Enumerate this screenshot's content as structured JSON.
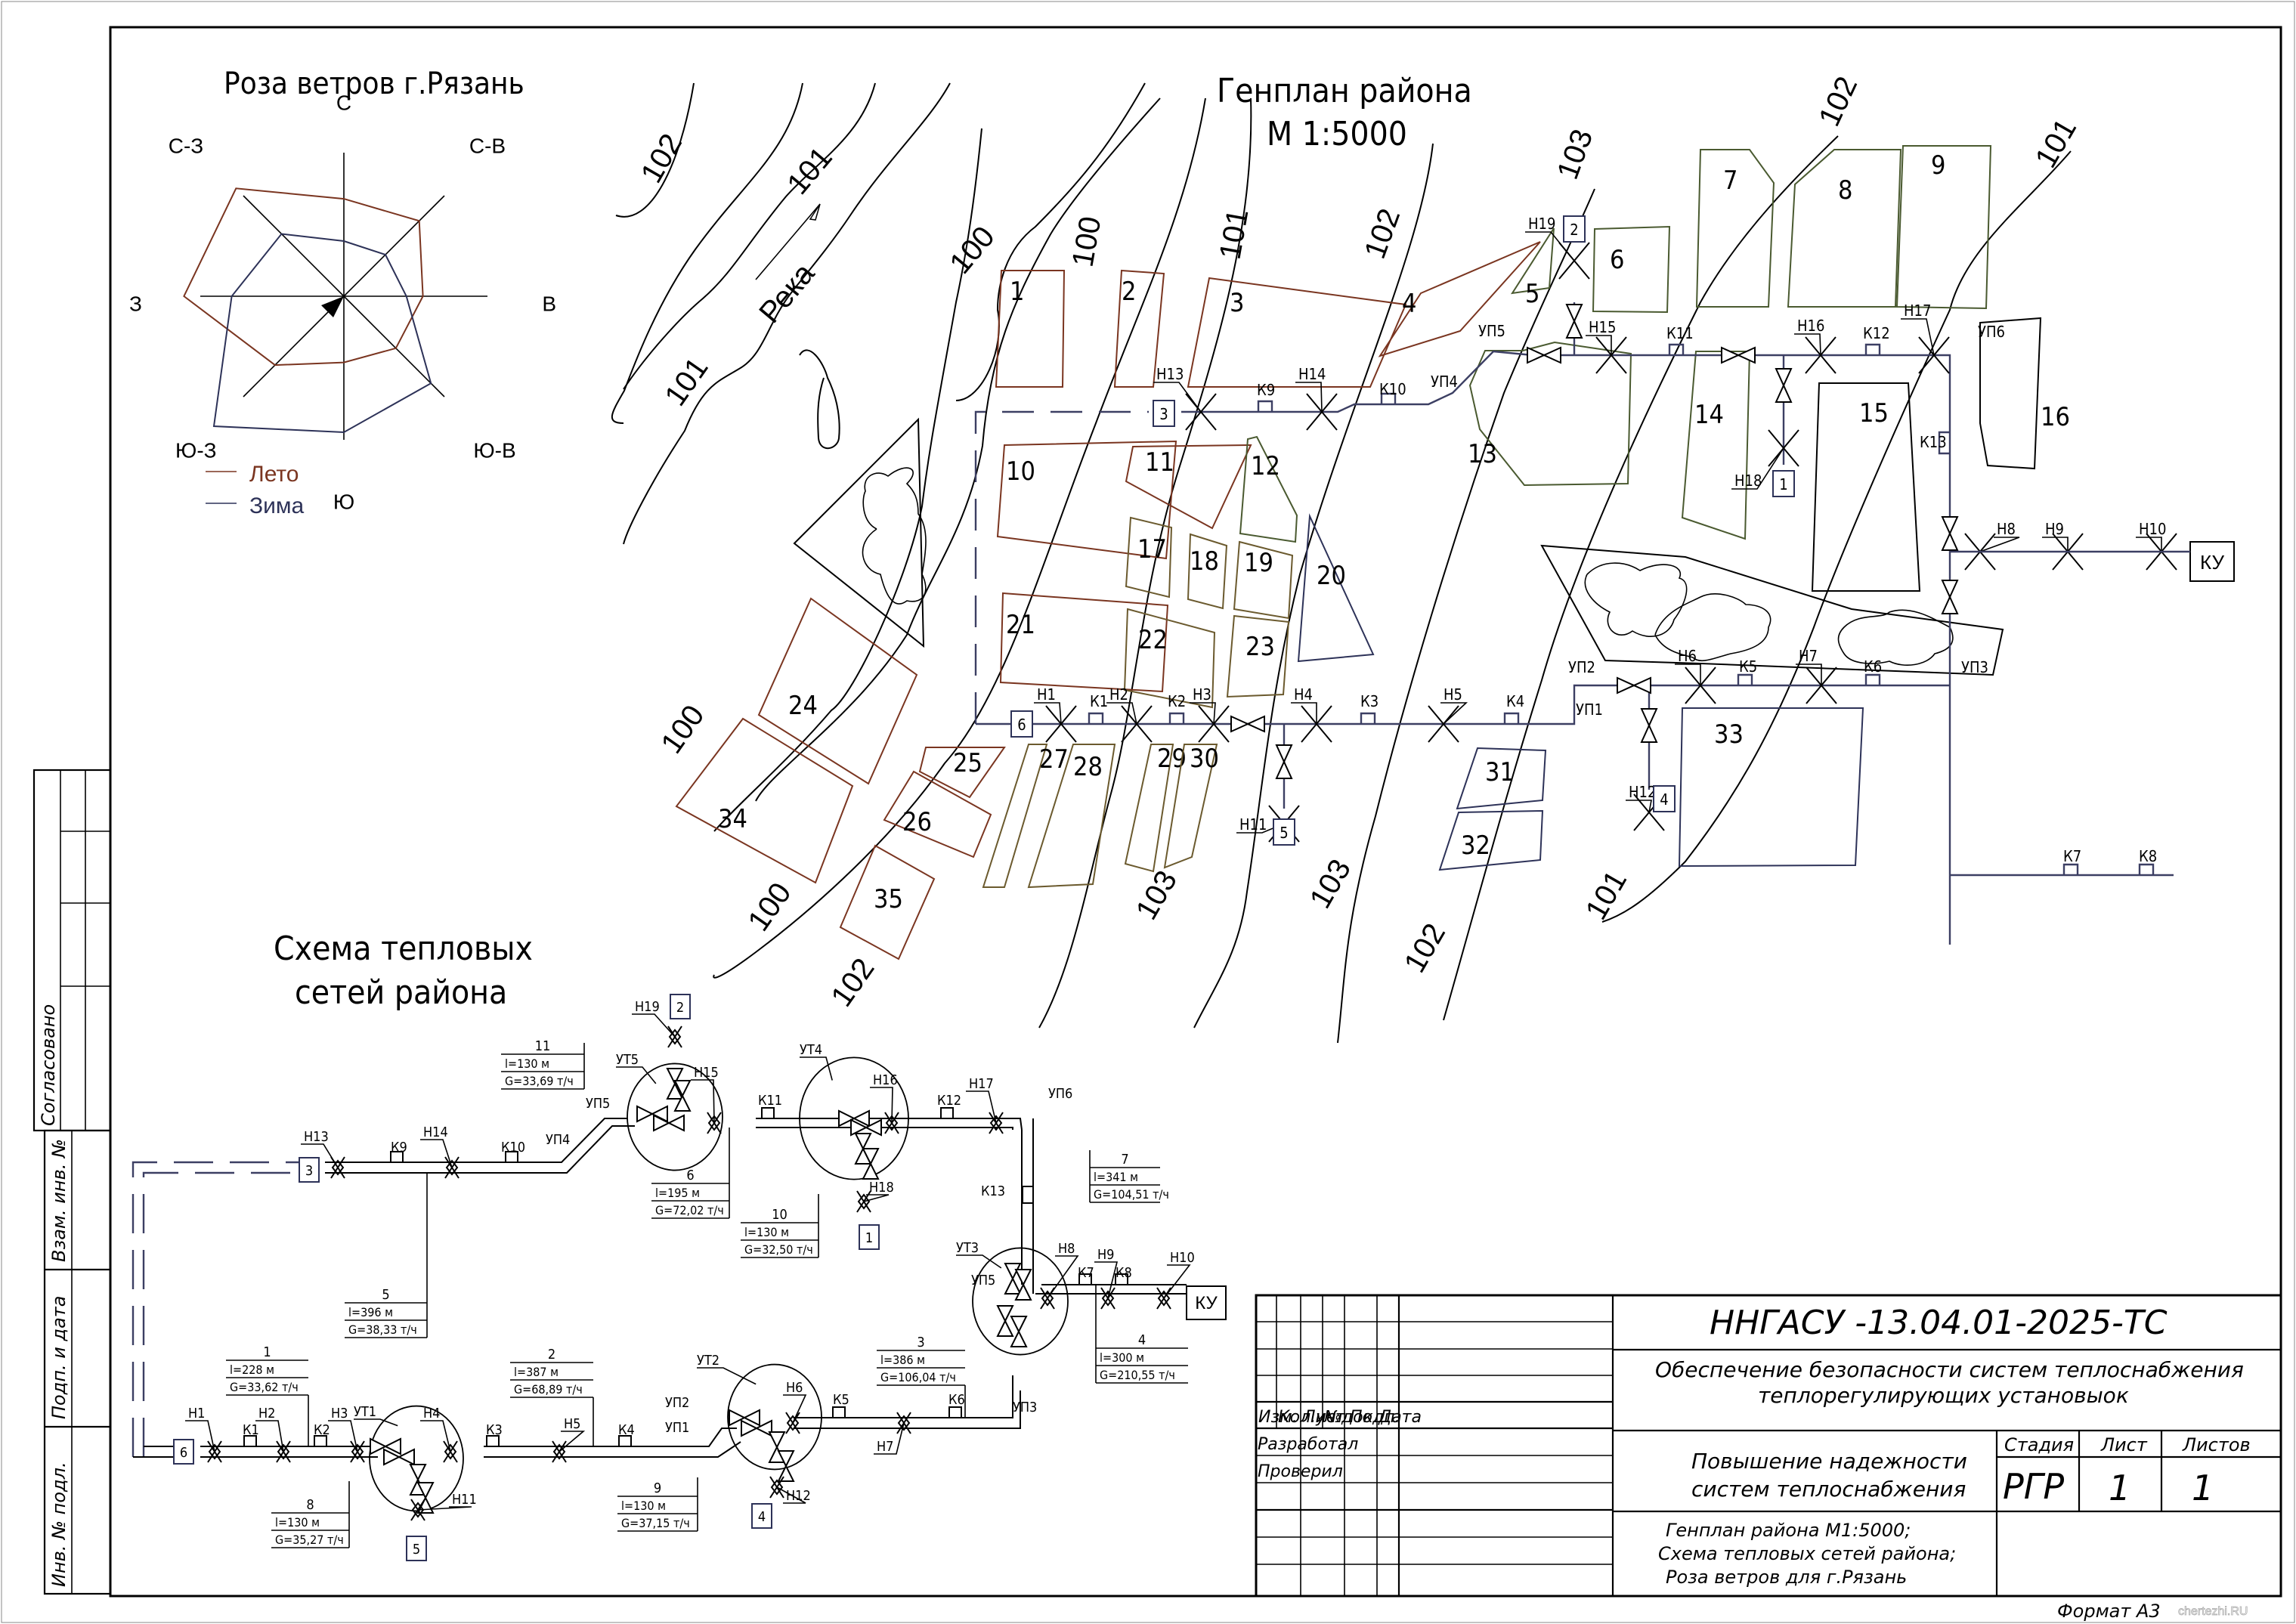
{
  "drawing": {
    "sheet_format": "Формат А3",
    "watermark": "chertezhi.RU"
  },
  "wind_rose": {
    "title": "Роза ветров г.Рязань",
    "directions": [
      "С",
      "С-В",
      "В",
      "Ю-В",
      "Ю",
      "Ю-З",
      "З",
      "С-З"
    ],
    "legend": [
      {
        "label": "Лето",
        "color": "#7a3520"
      },
      {
        "label": "Зима",
        "color": "#2d3258"
      }
    ],
    "chart_data": {
      "type": "radar",
      "title": "Роза ветров г.Рязань",
      "categories": [
        "С",
        "С-В",
        "В",
        "Ю-В",
        "Ю",
        "Ю-З",
        "З",
        "С-З"
      ],
      "series": [
        {
          "name": "Лето",
          "values": [
            5.3,
            5.8,
            4.3,
            4.0,
            3.6,
            5.3,
            8.7,
            8.3
          ]
        },
        {
          "name": "Зима",
          "values": [
            3.0,
            3.2,
            3.4,
            6.7,
            7.4,
            10.0,
            6.1,
            4.8
          ]
        }
      ],
      "note": "relative magnitudes estimated from the drawing, max normalized to 10"
    }
  },
  "genplan": {
    "title_line1": "Генплан района",
    "title_line2": "М 1:5000",
    "river_label": "Река",
    "contours": [
      {
        "label": "102"
      },
      {
        "label": "101"
      },
      {
        "label": "101"
      },
      {
        "label": "100"
      },
      {
        "label": "100"
      },
      {
        "label": "101"
      },
      {
        "label": "102"
      },
      {
        "label": "103"
      },
      {
        "label": "102"
      },
      {
        "label": "101"
      },
      {
        "label": "100"
      },
      {
        "label": "100"
      },
      {
        "label": "102"
      },
      {
        "label": "103"
      },
      {
        "label": "103"
      },
      {
        "label": "102"
      },
      {
        "label": "101"
      }
    ],
    "buildings": [
      "1",
      "2",
      "3",
      "4",
      "5",
      "6",
      "7",
      "8",
      "9",
      "10",
      "11",
      "12",
      "13",
      "14",
      "15",
      "16",
      "17",
      "18",
      "19",
      "20",
      "21",
      "22",
      "23",
      "24",
      "25",
      "26",
      "27",
      "28",
      "29",
      "30",
      "31",
      "32",
      "33",
      "34",
      "35"
    ],
    "nodes": {
      "consumers": [
        "1",
        "2",
        "3",
        "4",
        "5",
        "6"
      ],
      "source": "КУ",
      "chambers": [
        "К1",
        "К2",
        "К3",
        "К4",
        "К5",
        "К6",
        "К7",
        "К8",
        "К9",
        "К10",
        "К11",
        "К12",
        "К13"
      ],
      "supports": [
        "Н1",
        "Н2",
        "Н3",
        "Н4",
        "Н5",
        "Н6",
        "Н7",
        "Н8",
        "Н9",
        "Н10",
        "Н11",
        "Н12",
        "Н13",
        "Н14",
        "Н15",
        "Н16",
        "Н17",
        "Н18",
        "Н19"
      ],
      "turns": [
        "УП1",
        "УП2",
        "УП3",
        "УП4",
        "УП5",
        "УП6"
      ]
    }
  },
  "scheme": {
    "title_line1": "Схема тепловых",
    "title_line2": "сетей района",
    "source": "КУ",
    "thermal_nodes": [
      "УТ1",
      "УТ2",
      "УТ3",
      "УТ4",
      "УТ5"
    ],
    "sections": [
      {
        "num": "1",
        "l": "l=228 м",
        "g": "G=33,62 т/ч"
      },
      {
        "num": "2",
        "l": "l=387 м",
        "g": "G=68,89 т/ч"
      },
      {
        "num": "3",
        "l": "l=386 м",
        "g": "G=106,04 т/ч"
      },
      {
        "num": "4",
        "l": "l=300 м",
        "g": "G=210,55 т/ч"
      },
      {
        "num": "5",
        "l": "l=396 м",
        "g": "G=38,33 т/ч"
      },
      {
        "num": "6",
        "l": "l=195 м",
        "g": "G=72,02 т/ч"
      },
      {
        "num": "7",
        "l": "l=341 м",
        "g": "G=104,51 т/ч"
      },
      {
        "num": "8",
        "l": "l=130 м",
        "g": "G=35,27 т/ч"
      },
      {
        "num": "9",
        "l": "l=130 м",
        "g": "G=37,15 т/ч"
      },
      {
        "num": "10",
        "l": "l=130 м",
        "g": "G=32,50 т/ч"
      },
      {
        "num": "11",
        "l": "l=130 м",
        "g": "G=33,69 т/ч"
      }
    ]
  },
  "title_block": {
    "doc_code": "ННГАСУ -13.04.01-2025-ТС",
    "topic_line1": "Обеспечение безопасности систем теплоснабжения",
    "topic_line2": "теплорегулирующих установыок",
    "work_line1": "Повышение надежности",
    "work_line2": "систем теплоснабжения",
    "sheet_content_line1": "Генплан района М1:5000;",
    "sheet_content_line2": "Схема тепловых сетей района;",
    "sheet_content_line3": "Роза ветров для г.Рязань",
    "headers": [
      "Изм.",
      "Кол.уч.",
      "Лист",
      "№док.",
      "Подп.",
      "Дата"
    ],
    "developed_by": "Разработал",
    "checked_by": "Проверил",
    "stage_label": "Стадия",
    "sheet_label": "Лист",
    "sheets_label": "Листов",
    "stage": "РГР",
    "sheet": "1",
    "sheets": "1"
  },
  "side_stamp": {
    "agreed": "Согласовано",
    "replace_inv": "Взам. инв. №",
    "sign_date": "Подп. и дата",
    "inv_orig": "Инв. № подл."
  }
}
